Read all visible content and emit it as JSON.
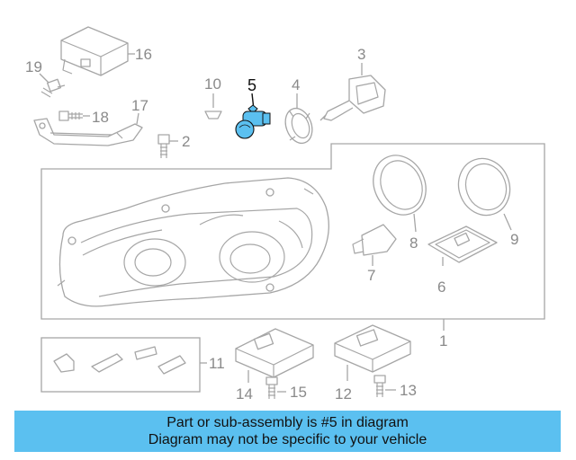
{
  "highlight_color": "#5bc0f0",
  "highlighted_part": "5",
  "callouts": {
    "c1": "1",
    "c2": "2",
    "c3": "3",
    "c4": "4",
    "c5": "5",
    "c6": "6",
    "c7": "7",
    "c8": "8",
    "c9": "9",
    "c10": "10",
    "c11": "11",
    "c12": "12",
    "c13": "13",
    "c14": "14",
    "c15": "15",
    "c16": "16",
    "c17": "17",
    "c18": "18",
    "c19": "19"
  },
  "banner": {
    "line1": "Part or sub-assembly is #5 in diagram",
    "line2": "Diagram may not be specific to your vehicle"
  }
}
